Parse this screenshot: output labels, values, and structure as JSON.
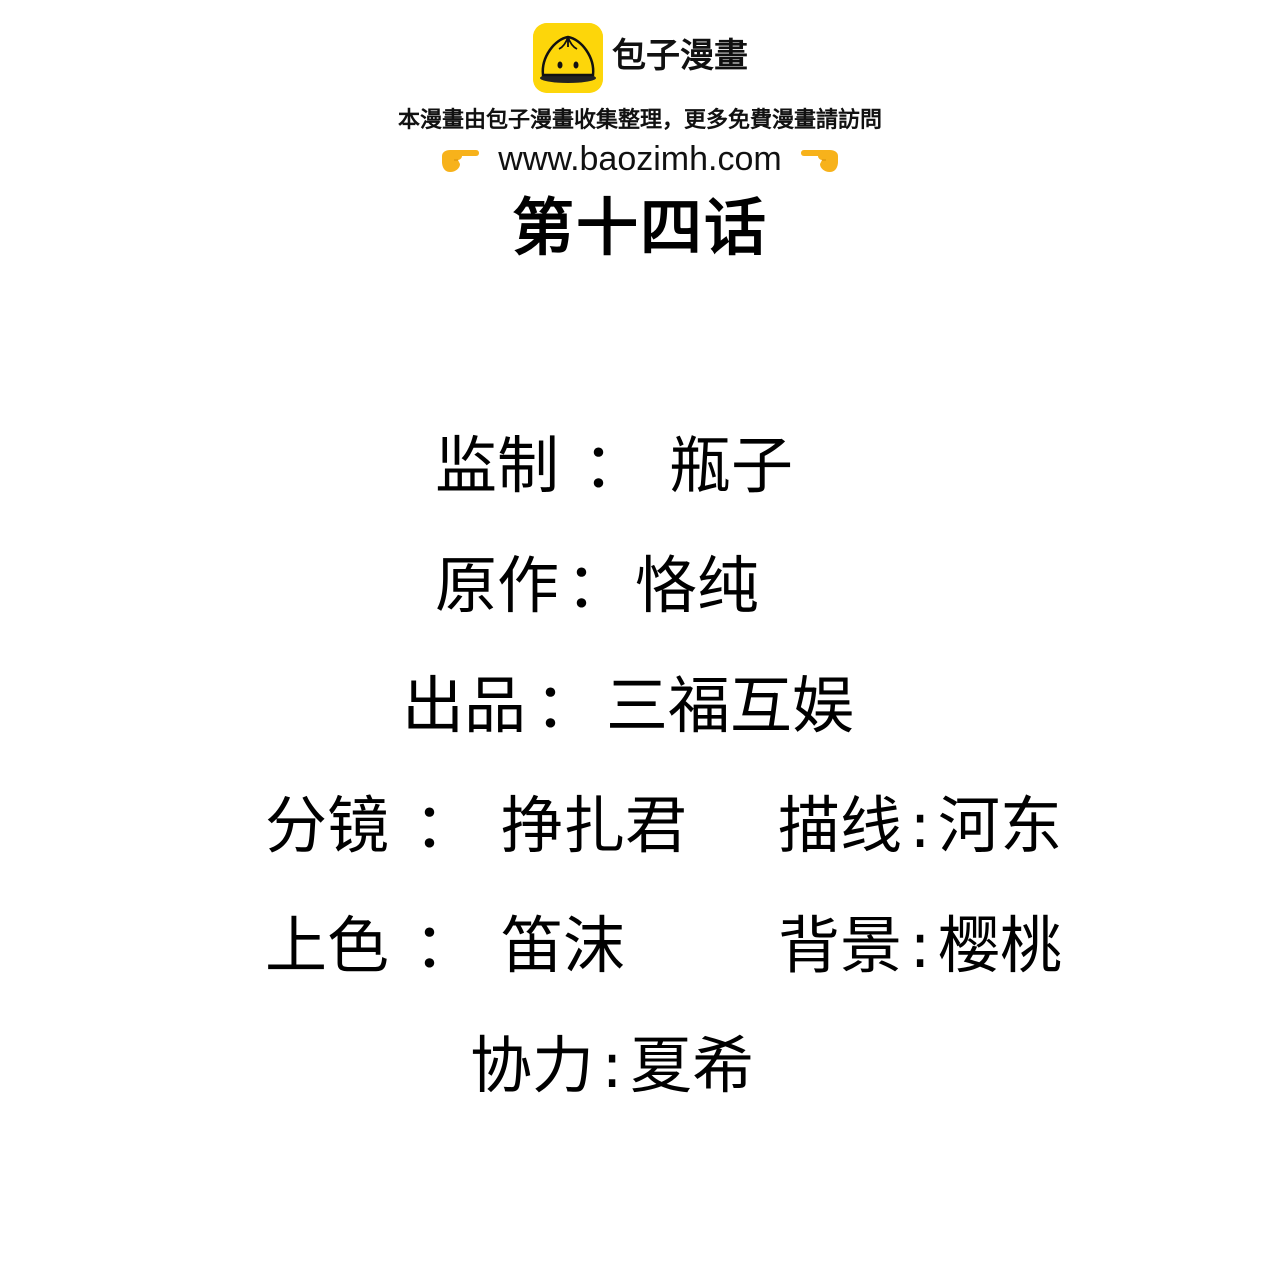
{
  "watermark": {
    "brand_name": "包子漫畫",
    "logo_icon": "steamed-bun-mascot-icon",
    "notice": "本漫畫由包子漫畫收集整理，更多免費漫畫請訪問",
    "url": "www.baozimh.com",
    "left_pointer_icon": "pointing-right-hand-icon",
    "right_pointer_icon": "pointing-left-hand-icon",
    "brand_color": "#FDD60A"
  },
  "chapter": {
    "title": "第十四话"
  },
  "credits": {
    "supervisor": {
      "label": "监制",
      "colon": "：",
      "value": "瓶子"
    },
    "original": {
      "label": "原作",
      "colon": "：",
      "value": "恪纯"
    },
    "producer": {
      "label": "出品",
      "colon": "：",
      "value": "三福互娱"
    },
    "storyboard": {
      "label": "分镜",
      "colon": "：",
      "value": "挣扎君"
    },
    "lineart": {
      "label": "描线",
      "colon": ":",
      "value": "河东"
    },
    "coloring": {
      "label": "上色",
      "colon": "：",
      "value": "笛沫"
    },
    "background": {
      "label": "背景",
      "colon": ":",
      "value": "樱桃"
    },
    "assist": {
      "label": "协力",
      "colon": ":",
      "value": "夏希"
    }
  }
}
